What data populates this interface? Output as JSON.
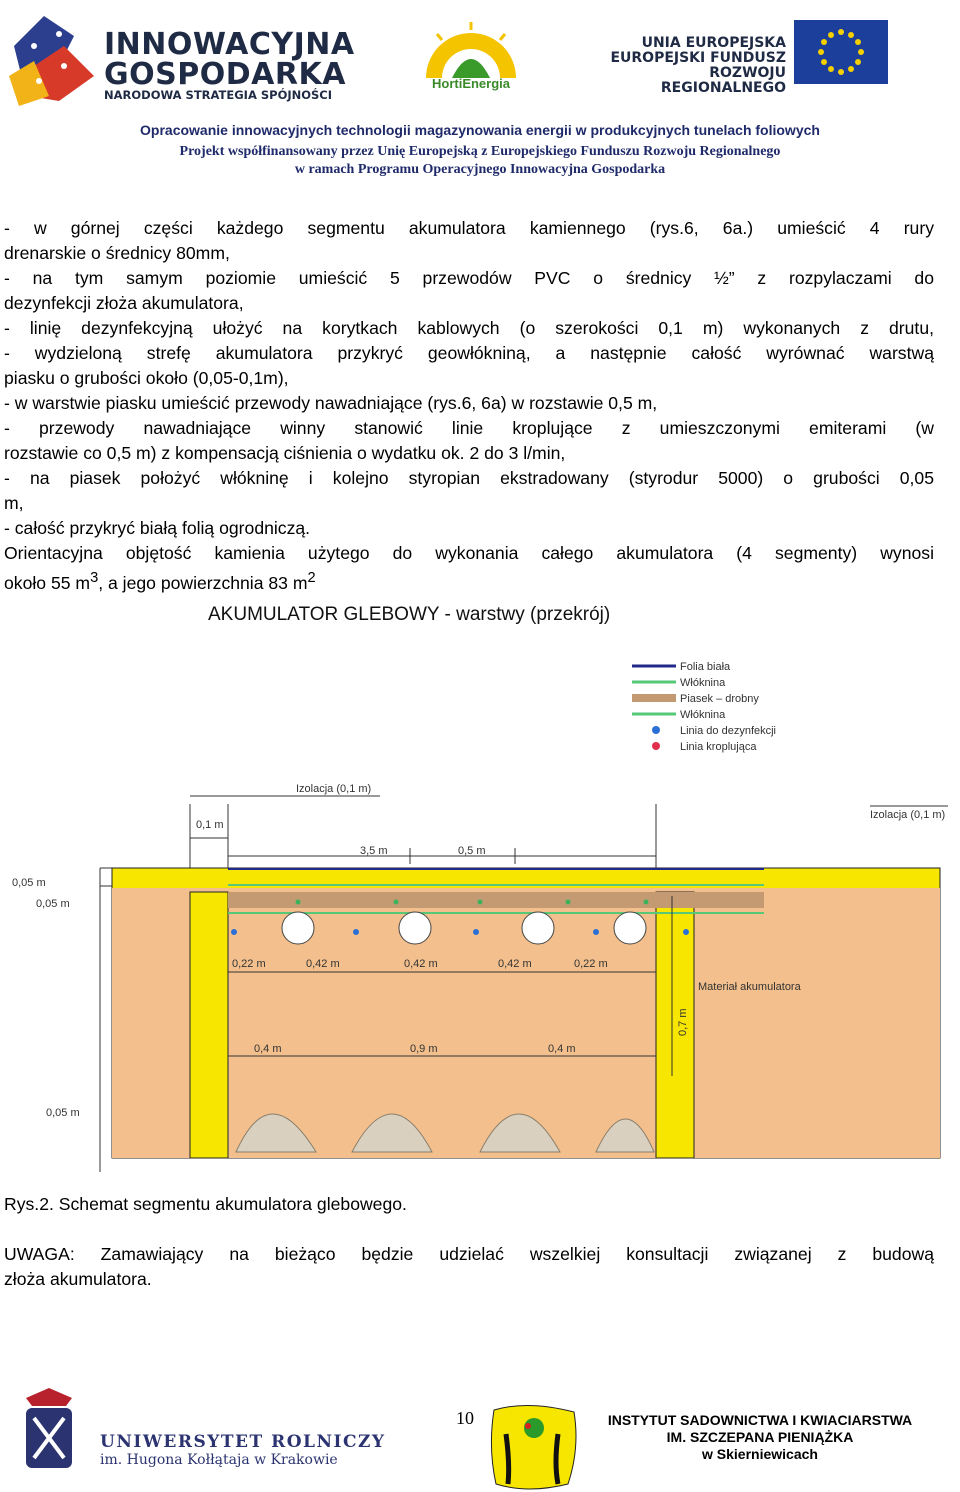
{
  "header": {
    "logo_left_title_1": "INNOWACYJNA",
    "logo_left_title_2": "GOSPODARKA",
    "logo_left_subtitle": "NARODOWA STRATEGIA SPÓJNOŚCI",
    "logo_center_name": "HortiEnergia",
    "logo_right_line1": "UNIA EUROPEJSKA",
    "logo_right_line2": "EUROPEJSKI FUNDUSZ",
    "logo_right_line3": "ROZWOJU REGIONALNEGO",
    "line1": "Opracowanie innowacyjnych technologii magazynowania energii w produkcyjnych tunelach foliowych",
    "line2": "Projekt współfinansowany przez Unię Europejską z Europejskiego Funduszu Rozwoju Regionalnego",
    "line3": "w ramach Programu Operacyjnego Innowacyjna Gospodarka"
  },
  "body": {
    "lines": [
      "- w górnej części każdego segmentu akumulatora kamiennego (rys.6, 6a.) umieścić 4 rury",
      "drenarskie o średnicy 80mm,",
      "- na tym samym poziomie umieścić 5 przewodów PVC o średnicy ½” z rozpylaczami do",
      "dezynfekcji złoża akumulatora,",
      "- linię dezynfekcyjną ułożyć na korytkach kablowych (o szerokości 0,1 m) wykonanych z drutu,",
      "- wydzieloną strefę akumulatora przykryć geowłókniną, a następnie całość wyrównać warstwą",
      "piasku o grubości około (0,05-0,1m),",
      "- w warstwie piasku umieścić przewody nawadniające (rys.6, 6a) w rozstawie 0,5 m,",
      "- przewody nawadniające winny stanowić linie kroplujące z umieszczonymi emiterami (w",
      "rozstawie co 0,5 m) z kompensacją ciśnienia o wydatku ok. 2 do 3 l/min,",
      "- na piasek położyć włókninę i kolejno styropian ekstradowany (styrodur 5000) o grubości 0,05",
      "m,",
      "- całość przykryć białą folią ogrodniczą.",
      "Orientacyjna objętość kamienia użytego do wykonania całego akumulatora (4 segmenty) wynosi"
    ],
    "volume_prefix": "około 55 m",
    "volume_sup1": "3",
    "volume_mid": ", a jego powierzchnia 83 m",
    "volume_sup2": "2"
  },
  "diagram": {
    "title": "AKUMULATOR GLEBOWY - warstwy (przekrój)",
    "legend": [
      {
        "label": "Folia biała",
        "color": "#1f2a8a",
        "kind": "line"
      },
      {
        "label": "Włóknina",
        "color": "#56c878",
        "kind": "line"
      },
      {
        "label": "Piasek – drobny",
        "color": "#c9956a",
        "kind": "band"
      },
      {
        "label": "Włóknina",
        "color": "#56c878",
        "kind": "line"
      },
      {
        "label": "Linia do dezynfekcji",
        "color": "#2a6fd6",
        "kind": "dot"
      },
      {
        "label": "Linia kroplująca",
        "color": "#e0304a",
        "kind": "dot"
      }
    ],
    "labels": {
      "izolacja_left": "Izolacja (0,1 m)",
      "izolacja_right": "Izolacja (0,1 m)",
      "dim_01": "0,1 m",
      "dim_05_left": "0,05 m",
      "dim_05_left2": "0,05 m",
      "dim_35": "3,5 m",
      "dim_05_top": "0,5 m",
      "dim_022a": "0,22 m",
      "dim_042a": "0,42 m",
      "dim_042b": "0,42 m",
      "dim_042c": "0,42 m",
      "dim_022b": "0,22 m",
      "dim_04a": "0,4 m",
      "dim_09": "0,9 m",
      "dim_04b": "0,4 m",
      "dim_07": "0,7 m",
      "dim_005_bottom": "0,05 m",
      "material": "Materiał akumulatora"
    },
    "colors": {
      "insulation": "#f7e600",
      "material": "#f3c08d",
      "sand": "#c49a72",
      "stone": "#d9d0bf"
    }
  },
  "caption": "Rys.2. Schemat segmentu akumulatora glebowego.",
  "note_line1": "UWAGA: Zamawiający na bieżąco będzie udzielać wszelkiej konsultacji związanej z budową",
  "note_line2": "złoża akumulatora.",
  "footer": {
    "university_name": "UNIWERSYTET ROLNICZY",
    "university_sub": "im. Hugona Kołłątaja w Krakowie",
    "page_number": "10",
    "institute_line1": "INSTYTUT SADOWNICTWA I KWIACIARSTWA",
    "institute_line2": "IM. SZCZEPANA PIENIĄŻKA",
    "institute_line3": "w Skierniewicach"
  }
}
